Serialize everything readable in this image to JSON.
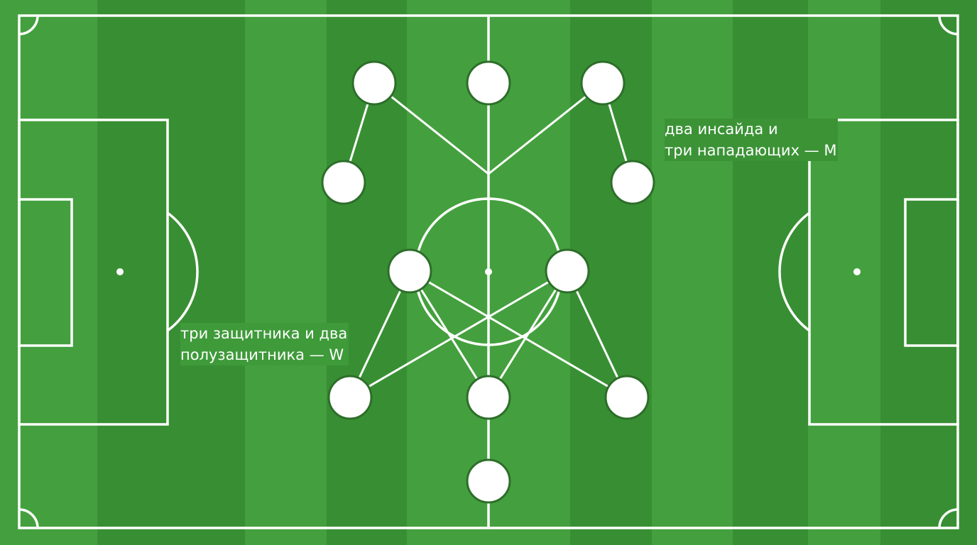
{
  "colors": {
    "grass_light": "#44a03e",
    "grass_dark": "#388f33",
    "lines": "#ffffff",
    "player_fill": "#ffffff",
    "player_outline": "#2d6e2a"
  },
  "annotations": {
    "m_formation": {
      "line1": "два инсайда и",
      "line2": "три нападающих — М"
    },
    "w_formation": {
      "line1": "три защитника и два",
      "line2": "полузащитника — W"
    }
  }
}
